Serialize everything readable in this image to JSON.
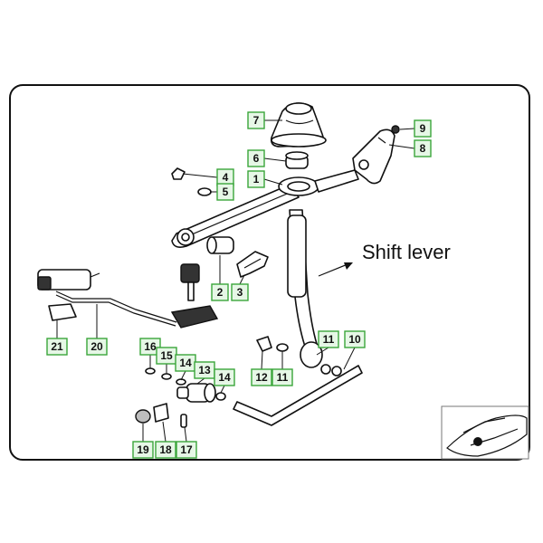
{
  "annotation": {
    "text": "Shift lever"
  },
  "callouts": [
    {
      "id": "1",
      "label": "1"
    },
    {
      "id": "2",
      "label": "2"
    },
    {
      "id": "3",
      "label": "3"
    },
    {
      "id": "4",
      "label": "4"
    },
    {
      "id": "5",
      "label": "5"
    },
    {
      "id": "6",
      "label": "6"
    },
    {
      "id": "7",
      "label": "7"
    },
    {
      "id": "8",
      "label": "8"
    },
    {
      "id": "9",
      "label": "9"
    },
    {
      "id": "10",
      "label": "10"
    },
    {
      "id": "11a",
      "label": "11"
    },
    {
      "id": "11b",
      "label": "11"
    },
    {
      "id": "12",
      "label": "12"
    },
    {
      "id": "13",
      "label": "13"
    },
    {
      "id": "14a",
      "label": "14"
    },
    {
      "id": "14b",
      "label": "14"
    },
    {
      "id": "15",
      "label": "15"
    },
    {
      "id": "16",
      "label": "16"
    },
    {
      "id": "17",
      "label": "17"
    },
    {
      "id": "18",
      "label": "18"
    },
    {
      "id": "19",
      "label": "19"
    },
    {
      "id": "20",
      "label": "20"
    },
    {
      "id": "21",
      "label": "21"
    }
  ]
}
